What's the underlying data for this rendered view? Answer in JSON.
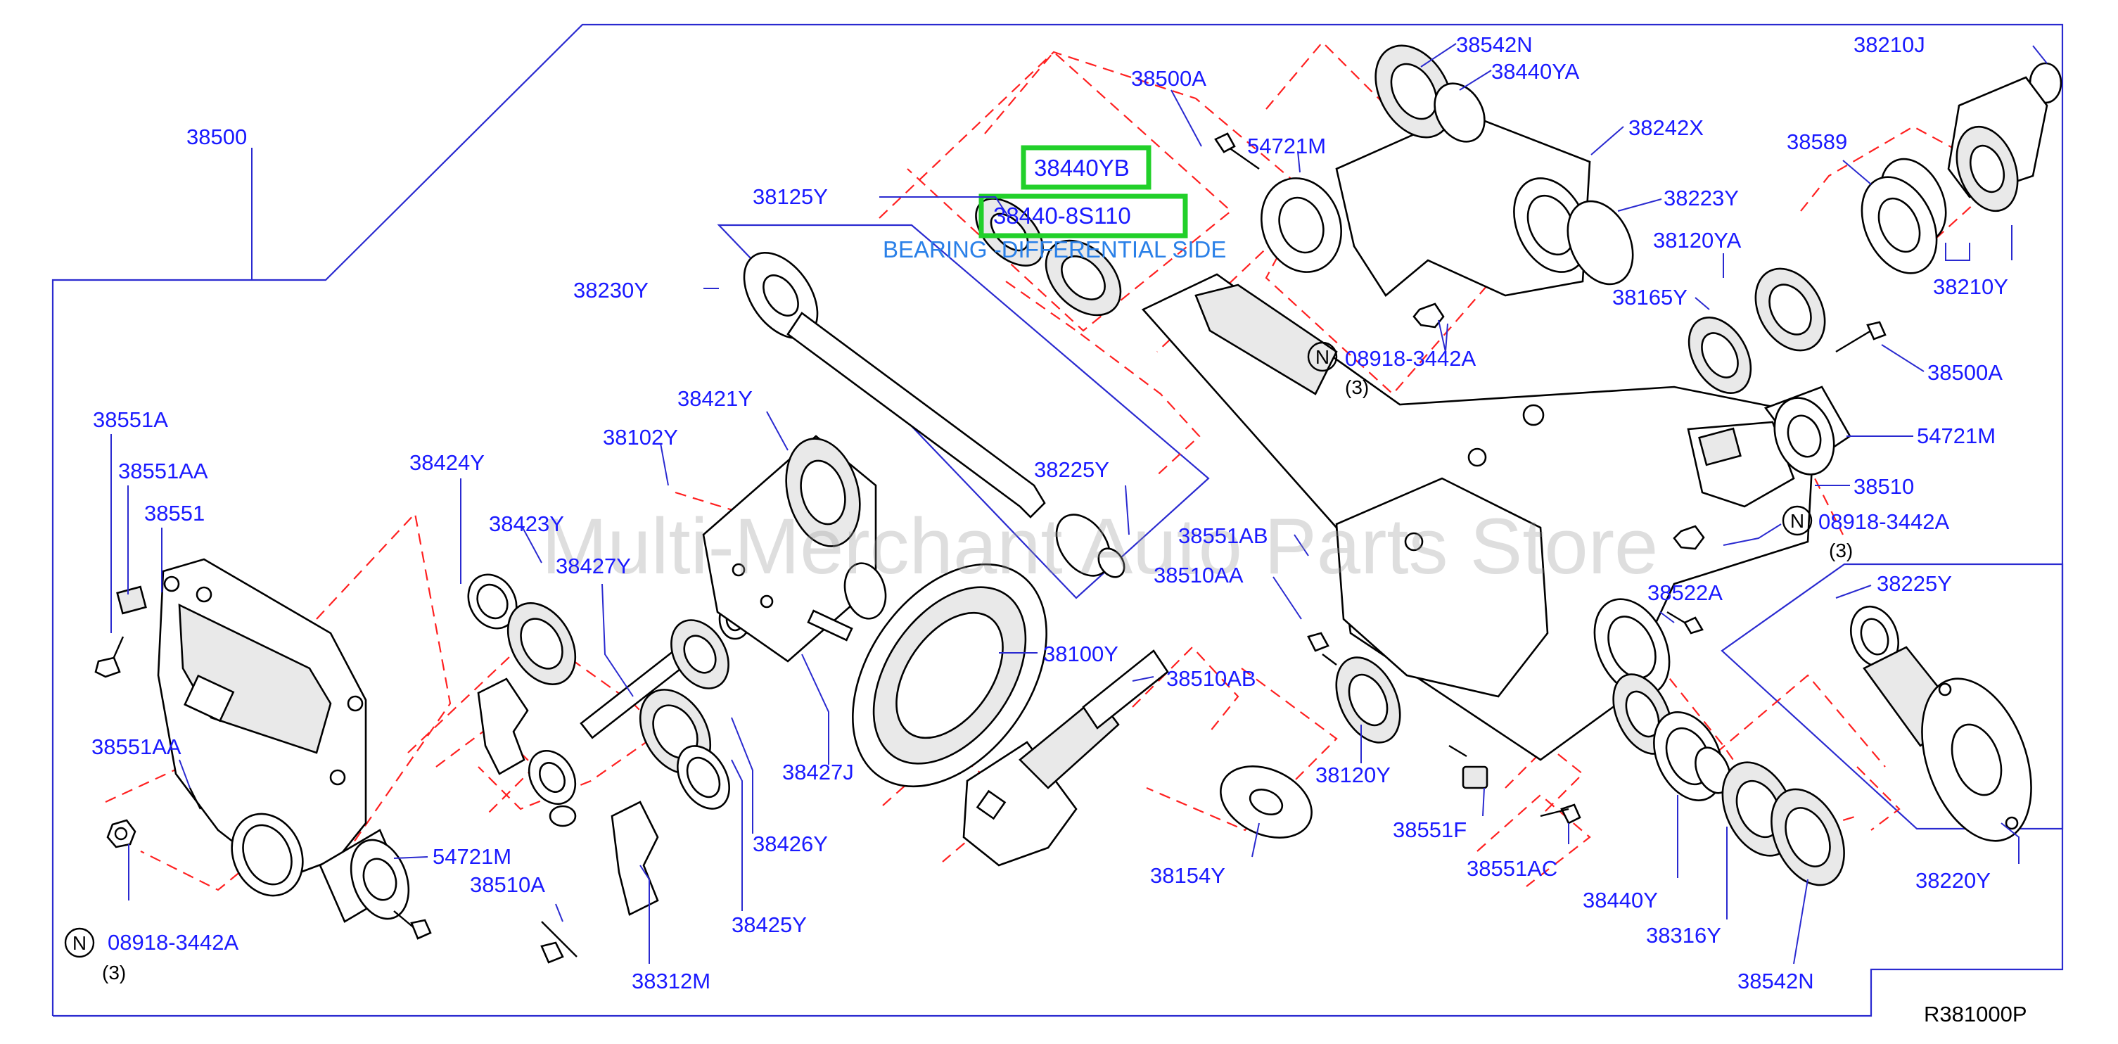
{
  "diagram": {
    "reference": "R381000P",
    "watermark": "Multi-Merchant Auto Parts Store",
    "highlight": {
      "upper": "38440YB",
      "lower": "38440-8S110",
      "description": "BEARING -DIFFERENTIAL SIDE"
    },
    "labels": {
      "p38500": "38500",
      "p38500A_top": "38500A",
      "p38542N_top": "38542N",
      "p38440YA": "38440YA",
      "p38210J": "38210J",
      "p38242X": "38242X",
      "p54721M_top": "54721M",
      "p38125Y": "38125Y",
      "p38223Y": "38223Y",
      "p38589": "38589",
      "p38120YA": "38120YA",
      "p38210Y": "38210Y",
      "p38230Y": "38230Y",
      "p38165Y": "38165Y",
      "p08918_top": "08918-3442A",
      "p38500A_right": "38500A",
      "p54721M_right": "54721M",
      "p38551A": "38551A",
      "p38421Y": "38421Y",
      "p38551AA_top": "38551AA",
      "p38102Y": "38102Y",
      "p38424Y": "38424Y",
      "p38225Y_mid": "38225Y",
      "p38510": "38510",
      "p38551": "38551",
      "p38423Y": "38423Y",
      "p08918_right": "08918-3442A",
      "p38427Y": "38427Y",
      "p38551AB": "38551AB",
      "p38510AA": "38510AA",
      "p38522A": "38522A",
      "p38225Y_right": "38225Y",
      "p38100Y": "38100Y",
      "p38510AB": "38510AB",
      "p38551AA_left": "38551AA",
      "p38427J": "38427J",
      "p38120Y": "38120Y",
      "p38426Y": "38426Y",
      "p38551F": "38551F",
      "p54721M_left": "54721M",
      "p38154Y": "38154Y",
      "p38551AC": "38551AC",
      "p38220Y": "38220Y",
      "p38510A": "38510A",
      "p08918_left": "08918-3442A",
      "p38440Y": "38440Y",
      "p38425Y": "38425Y",
      "p38316Y": "38316Y",
      "p38312M": "38312M",
      "p38542N_bottom": "38542N"
    },
    "nut_marker": "N",
    "qty_note": "(3)"
  }
}
